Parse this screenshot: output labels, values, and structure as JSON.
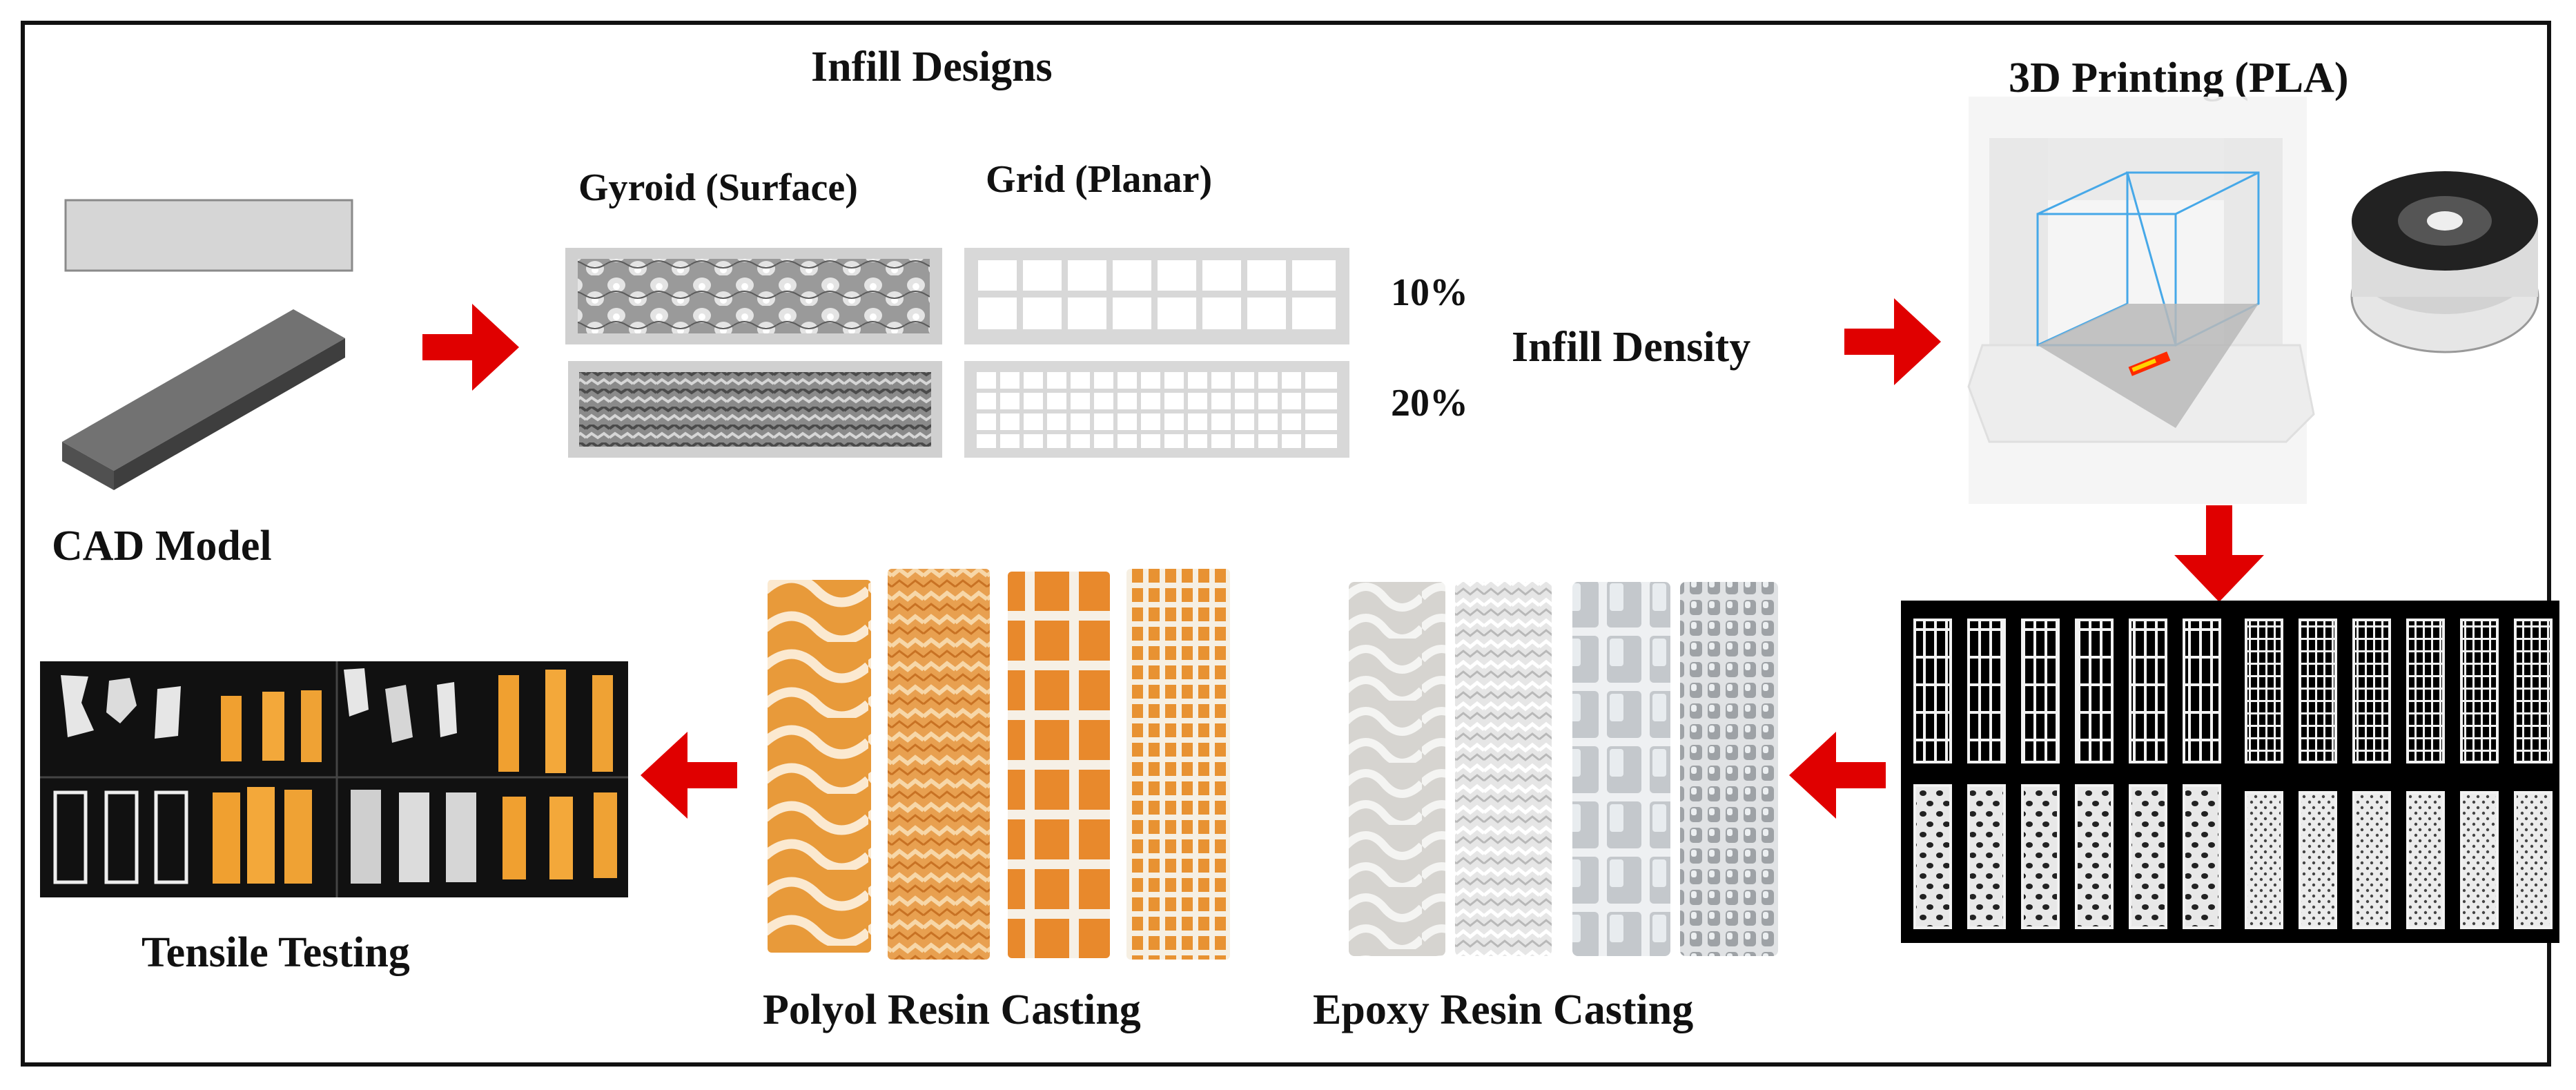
{
  "labels": {
    "infill_designs": "Infill Designs",
    "gyroid": "Gyroid (Surface)",
    "grid": "Grid (Planar)",
    "density_10": "10%",
    "density_20": "20%",
    "infill_density": "Infill Density",
    "printing": "3D Printing (PLA)",
    "cad_model": "CAD Model",
    "tensile_testing": "Tensile Testing",
    "polyol_casting": "Polyol Resin Casting",
    "epoxy_casting": "Epoxy Resin Casting"
  },
  "colors": {
    "arrow": "#e00000",
    "polyol_resin": "#e8922e",
    "epoxy_resin": "#dcdcdc",
    "photo_background": "#000000",
    "printer_frame": "#eeeeee",
    "printer_build_volume": "#46a8e8"
  },
  "icons": [
    "arrow-right-icon",
    "arrow-down-icon",
    "arrow-left-icon",
    "pla-spool-icon"
  ]
}
